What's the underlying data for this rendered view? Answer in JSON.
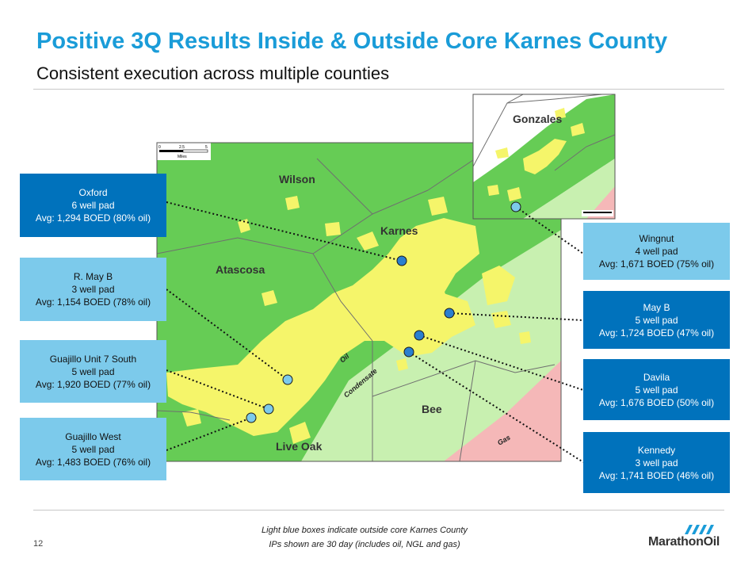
{
  "header": {
    "title": "Positive 3Q Results Inside & Outside Core Karnes County",
    "subtitle": "Consistent execution across multiple counties"
  },
  "map": {
    "counties": {
      "wilson": "Wilson",
      "karnes": "Karnes",
      "atascosa": "Atascosa",
      "bee": "Bee",
      "live_oak": "Live Oak",
      "gonzales": "Gonzales"
    },
    "windows": {
      "oil": "Oil",
      "condensate": "Condensate",
      "gas": "Gas"
    },
    "scale": {
      "t0": "0",
      "t1": "2.5",
      "t2": "5",
      "unit": "Miles"
    },
    "colors": {
      "oil_window": "#66cc55",
      "condensate_window": "#c8f0b0",
      "gas_window": "#f5b8b8",
      "acreage": "#f5f56a",
      "well_marker": "#2a7fd0"
    }
  },
  "pads": {
    "oxford": {
      "name": "Oxford",
      "wells": "6 well pad",
      "avg": "Avg: 1,294 BOED (80% oil)"
    },
    "rmay": {
      "name": "R. May B",
      "wells": "3 well pad",
      "avg": "Avg: 1,154 BOED (78% oil)"
    },
    "guajillo7": {
      "name": "Guajillo Unit 7 South",
      "wells": "5 well pad",
      "avg": "Avg: 1,920 BOED (77% oil)"
    },
    "guajillow": {
      "name": "Guajillo West",
      "wells": "5 well pad",
      "avg": "Avg: 1,483 BOED (76% oil)"
    },
    "wingnut": {
      "name": "Wingnut",
      "wells": "4 well pad",
      "avg": "Avg: 1,671 BOED (75% oil)"
    },
    "mayb": {
      "name": "May B",
      "wells": "5 well pad",
      "avg": "Avg: 1,724 BOED (47% oil)"
    },
    "davila": {
      "name": "Davila",
      "wells": "5 well pad",
      "avg": "Avg: 1,676 BOED (50% oil)"
    },
    "kennedy": {
      "name": "Kennedy",
      "wells": "3 well pad",
      "avg": "Avg: 1,741 BOED (46% oil)"
    }
  },
  "footer": {
    "note1": "Light blue boxes indicate outside core Karnes County",
    "note2": "IPs shown are 30 day (includes oil, NGL and gas)",
    "page": "12",
    "logo": "MarathonOil"
  }
}
